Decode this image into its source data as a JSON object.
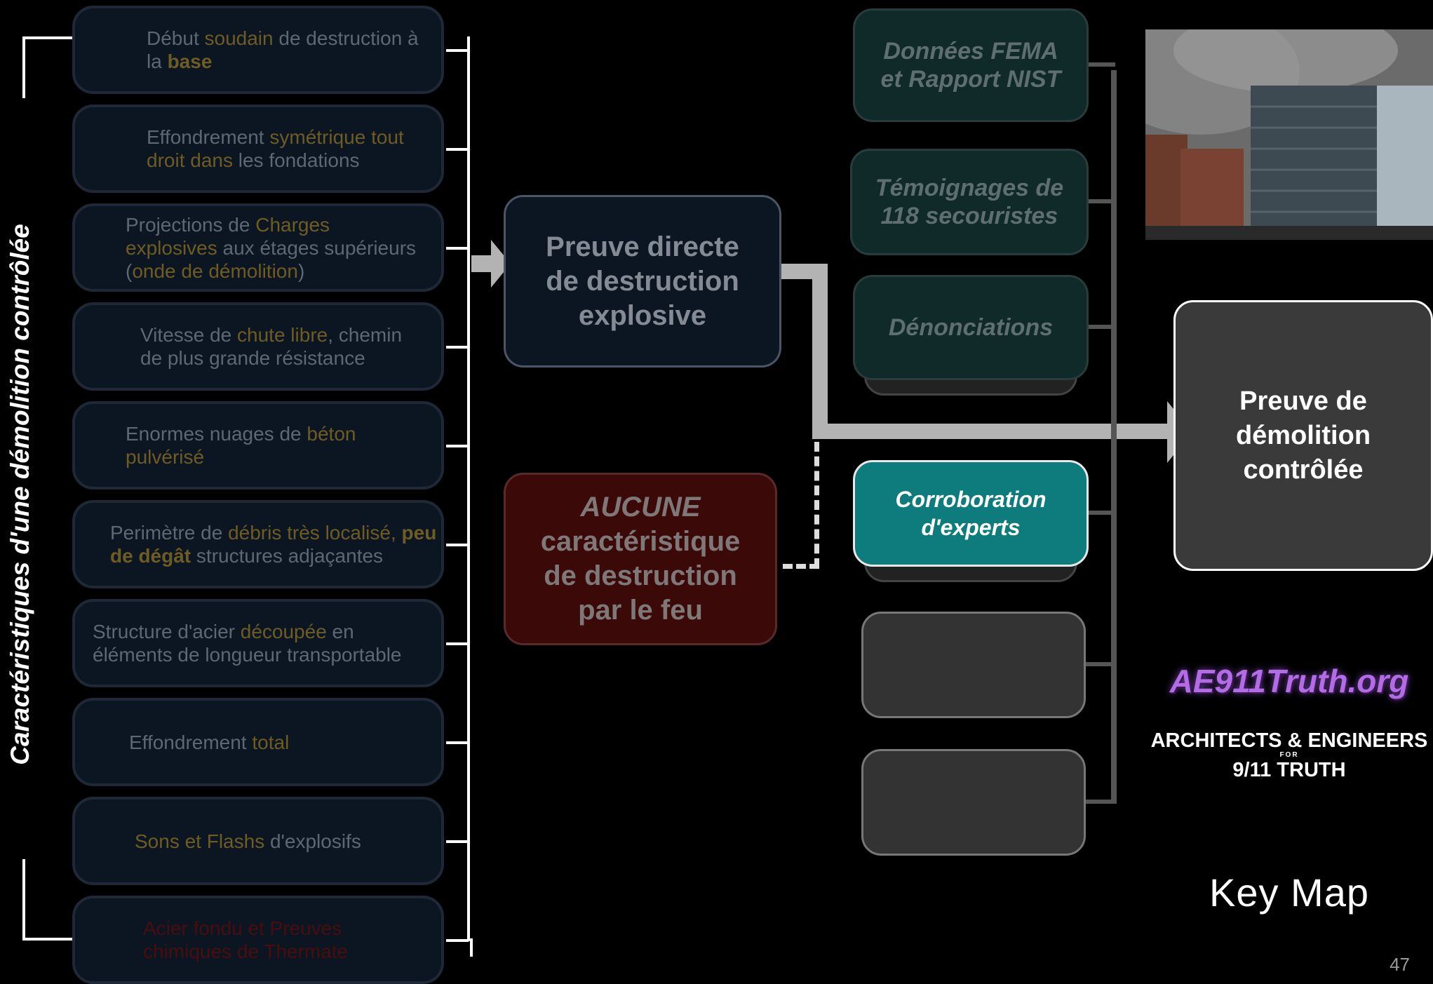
{
  "vertical_title": "Caractéristiques d'une démolition contrôlée",
  "characteristics": [
    {
      "parts": [
        {
          "t": "Début ",
          "s": "n"
        },
        {
          "t": "soudain",
          "s": "h"
        },
        {
          "t": " de destruction à la ",
          "s": "n"
        },
        {
          "t": "base",
          "s": "hb"
        }
      ]
    },
    {
      "parts": [
        {
          "t": "Effondrement ",
          "s": "n"
        },
        {
          "t": "symétrique tout droit dans",
          "s": "h"
        },
        {
          "t": " les fondations",
          "s": "n"
        }
      ]
    },
    {
      "parts": [
        {
          "t": "Projections de ",
          "s": "n"
        },
        {
          "t": "Charges explosives",
          "s": "h"
        },
        {
          "t": "  aux étages supérieurs (",
          "s": "n"
        },
        {
          "t": "onde de démolition",
          "s": "h"
        },
        {
          "t": ")",
          "s": "n"
        }
      ]
    },
    {
      "parts": [
        {
          "t": "Vitesse de ",
          "s": "n"
        },
        {
          "t": "chute libre",
          "s": "h"
        },
        {
          "t": ", chemin de plus grande résistance",
          "s": "n"
        }
      ]
    },
    {
      "parts": [
        {
          "t": "Enormes nuages de ",
          "s": "n"
        },
        {
          "t": "béton pulvérisé",
          "s": "h"
        }
      ]
    },
    {
      "parts": [
        {
          "t": "Perimètre de ",
          "s": "n"
        },
        {
          "t": "débris très localisé,",
          "s": "h"
        },
        {
          "t": " ",
          "s": "n"
        },
        {
          "t": "peu de dégât",
          "s": "hb"
        },
        {
          "t": " structures adjaçantes",
          "s": "n"
        }
      ]
    },
    {
      "parts": [
        {
          "t": "Structure d'acier ",
          "s": "n"
        },
        {
          "t": "découpée",
          "s": "h"
        },
        {
          "t": " en éléments de longueur transportable",
          "s": "n"
        }
      ]
    },
    {
      "parts": [
        {
          "t": "Effondrement ",
          "s": "n"
        },
        {
          "t": "total",
          "s": "h"
        }
      ]
    },
    {
      "parts": [
        {
          "t": "Sons et Flashs",
          "s": "h"
        },
        {
          "t": " d'explosifs",
          "s": "n"
        }
      ]
    },
    {
      "parts": [
        {
          "t": "Acier fondu et Preuves chimiques de Thermate",
          "s": "r"
        }
      ]
    }
  ],
  "center": {
    "direct_proof": "Preuve directe de destruction explosive",
    "fire_emph": "AUCUNE",
    "fire_rest": "caractéristique de destruction par le feu"
  },
  "evidence": [
    {
      "label": "Données  FEMA et Rapport  NIST"
    },
    {
      "label": "Témoignages de 118 secouristes"
    },
    {
      "label": "Dénonciations"
    },
    {
      "label": "Corroboration d'experts"
    },
    {
      "label": ""
    },
    {
      "label": ""
    }
  ],
  "conclusion": "Preuve de démolition contrôlée",
  "logo": {
    "site": "AE911Truth.org",
    "org_line1": "ARCHITECTS & ENGINEERS",
    "org_for": "FOR",
    "org_line2": "9/11 TRUTH"
  },
  "key_map": "Key Map",
  "page_number": "47",
  "colors": {
    "box_bg": "#0c1522",
    "highlight": "#6e5c22",
    "teal_active": "#0e7b7d",
    "fire_box": "#3c0909"
  }
}
